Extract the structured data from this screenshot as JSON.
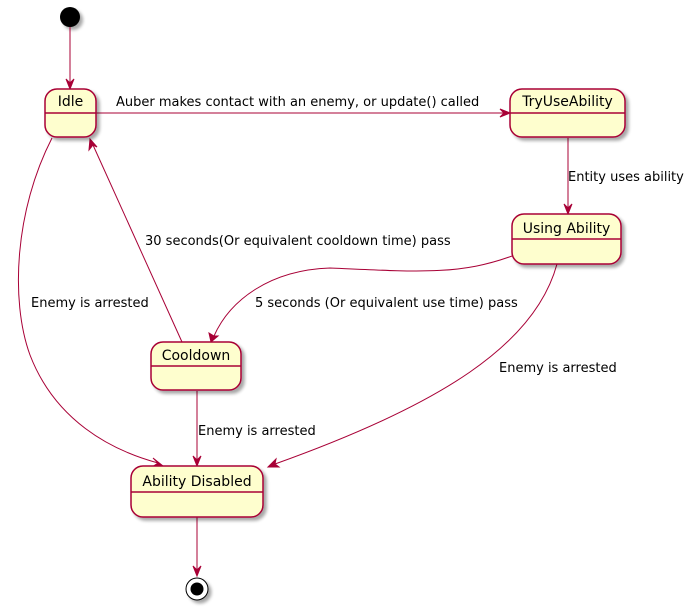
{
  "diagram": {
    "states": {
      "idle": "Idle",
      "try_use": "TryUseAbility",
      "using": "Using Ability",
      "cooldown": "Cooldown",
      "disabled": "Ability Disabled"
    },
    "transitions": {
      "idle_to_try": "Auber makes contact with an enemy, or update() called",
      "try_to_using": "Entity uses ability",
      "cooldown_to_idle": "30 seconds(Or equivalent cooldown time) pass",
      "using_to_cooldown": "5 seconds (Or equivalent use time) pass",
      "idle_to_disabled": "Enemy is arrested",
      "using_to_disabled": "Enemy is arrested",
      "cooldown_to_disabled": "Enemy is arrested"
    },
    "colors": {
      "state_fill": "#FEFECE",
      "border": "#A80036",
      "marker": "#000000"
    }
  }
}
